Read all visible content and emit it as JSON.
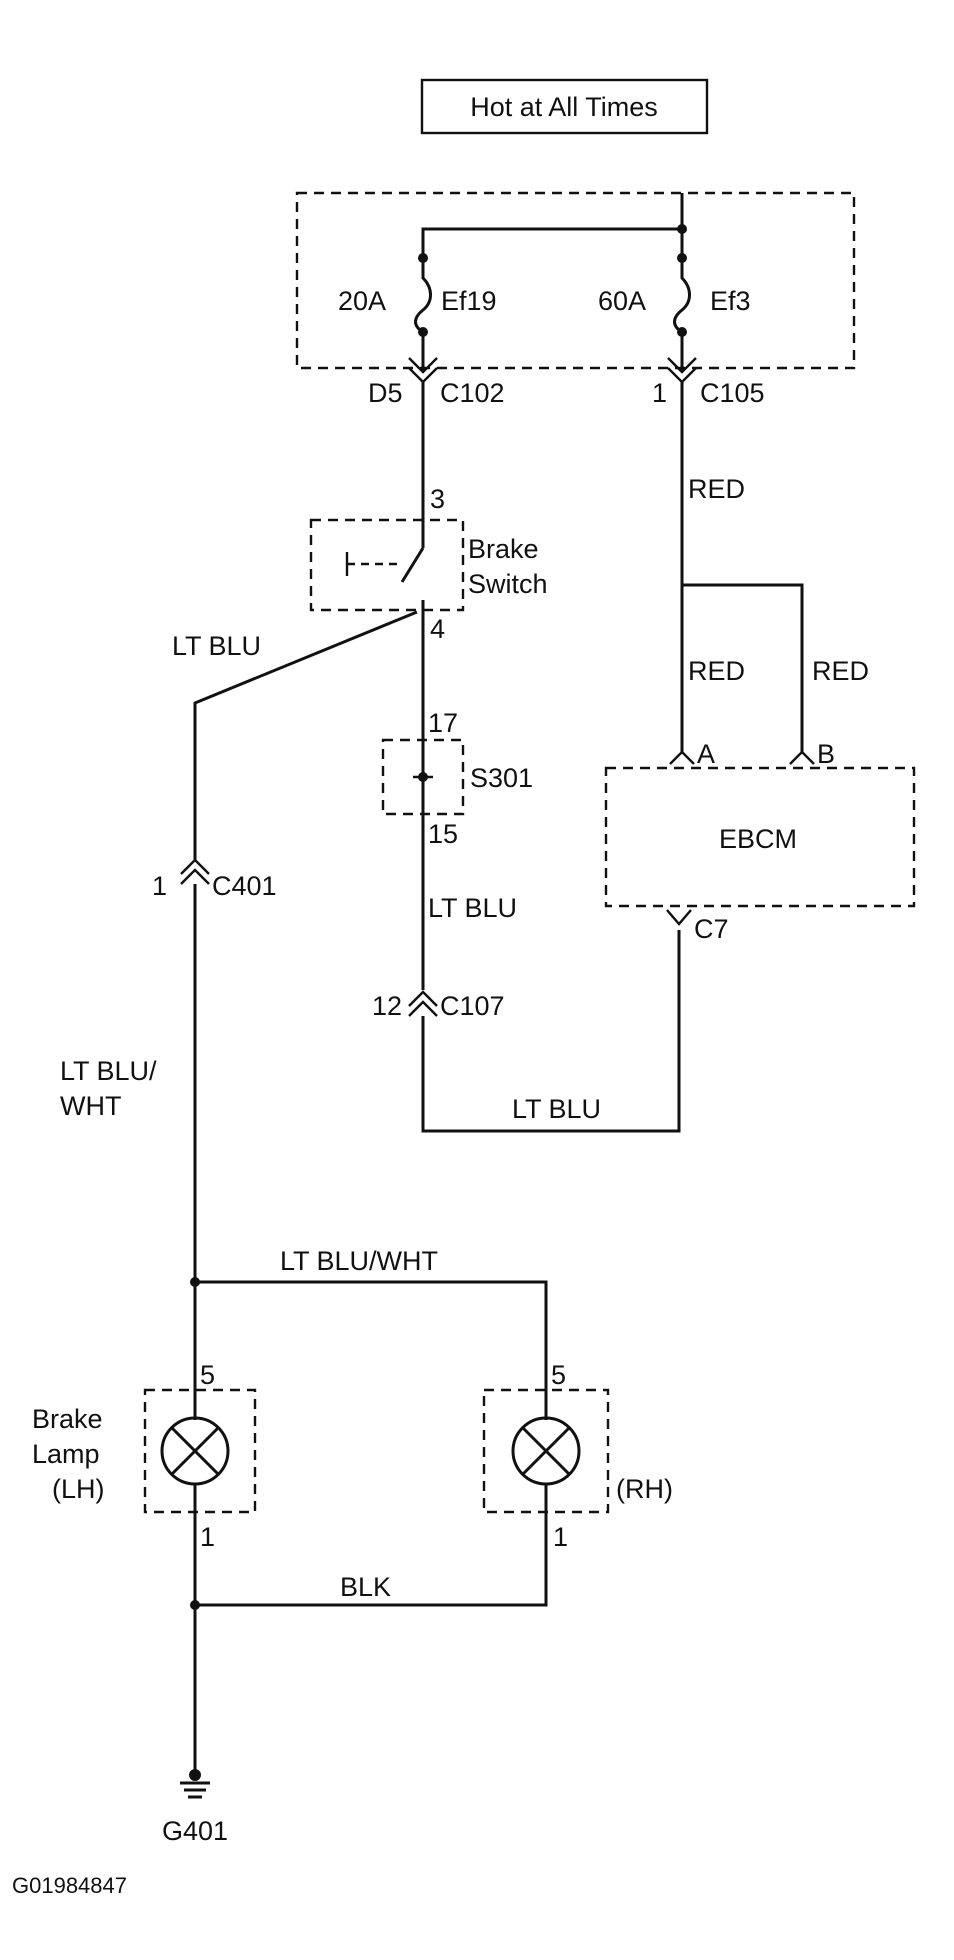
{
  "title": "Hot at All Times",
  "fuses": [
    {
      "rating": "20A",
      "id": "Ef19"
    },
    {
      "rating": "60A",
      "id": "Ef3"
    }
  ],
  "connectors": {
    "c102_pin": "D5",
    "c102": "C102",
    "c105_pin": "1",
    "c105": "C105",
    "c401_pin": "1",
    "c401": "C401",
    "c107_pin": "12",
    "c107": "C107",
    "c7": "C7"
  },
  "brake_switch": {
    "label_line1": "Brake",
    "label_line2": "Switch",
    "pin_in": "3",
    "pin_out": "4"
  },
  "splice": {
    "id": "S301",
    "pin_top": "17",
    "pin_bottom": "15"
  },
  "ebcm": {
    "label": "EBCM",
    "pin_a": "A",
    "pin_b": "B"
  },
  "wires": {
    "red_main": "RED",
    "red_a": "RED",
    "red_b": "RED",
    "lt_blu_left": "LT BLU",
    "lt_blu_splice": "LT BLU",
    "lt_blu_bottom": "LT BLU",
    "lt_blu_wht_line1": "LT BLU/",
    "lt_blu_wht_line2": "WHT",
    "lt_blu_wht_horiz": "LT BLU/WHT",
    "blk": "BLK"
  },
  "lamps": {
    "lh_line1": "Brake",
    "lh_line2": "Lamp",
    "lh_line3": "(LH)",
    "rh": "(RH)",
    "lh_pin_top": "5",
    "lh_pin_bottom": "1",
    "rh_pin_top": "5",
    "rh_pin_bottom": "1"
  },
  "ground": "G401",
  "figure_id": "G01984847"
}
